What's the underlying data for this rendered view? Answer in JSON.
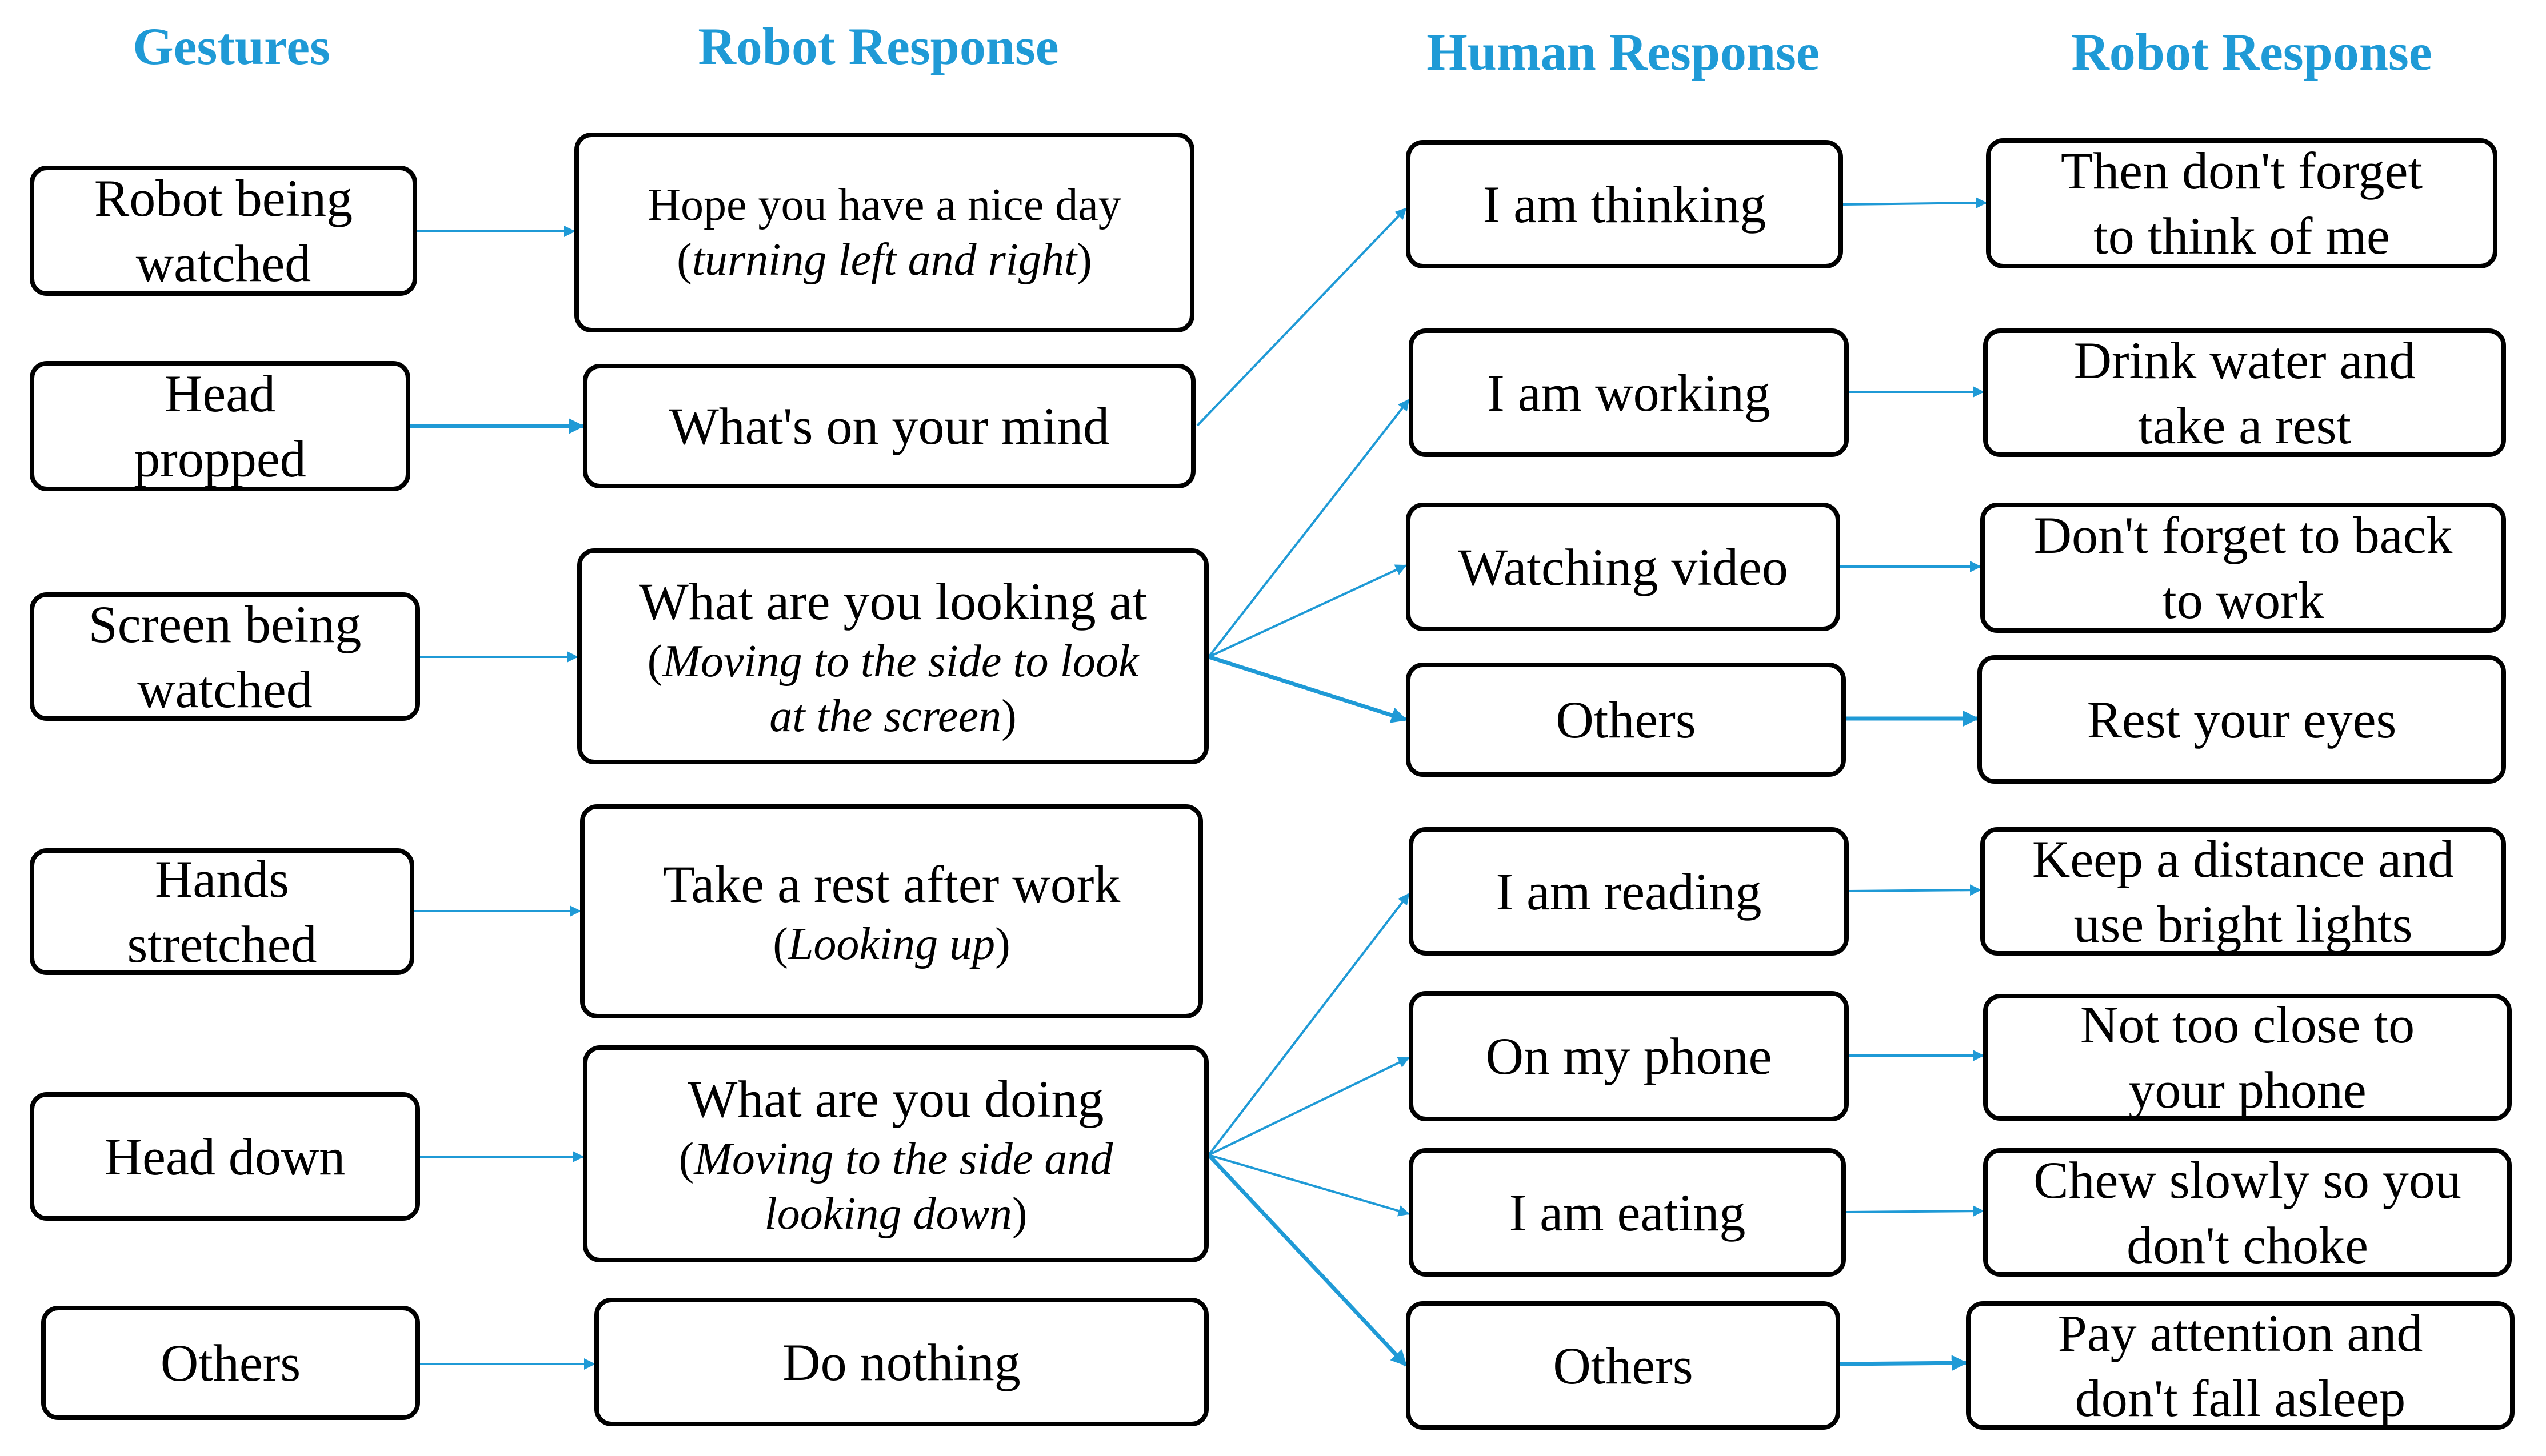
{
  "headers": {
    "gestures": "Gestures",
    "robot_response_1": "Robot Response",
    "human_response": "Human Response",
    "robot_response_2": "Robot Response"
  },
  "gestures": [
    {
      "line1": "Robot being",
      "line2": "watched"
    },
    {
      "line1": "Head",
      "line2": "propped"
    },
    {
      "line1": "Screen being",
      "line2": "watched"
    },
    {
      "line1": "Hands",
      "line2": "stretched"
    },
    {
      "line1": "Head down"
    },
    {
      "line1": "Others"
    }
  ],
  "robot_responses": [
    {
      "line1": "Hope you have a nice day",
      "sub": "turning left and right"
    },
    {
      "line1": "What's on your mind"
    },
    {
      "line1": "What are you looking at",
      "sub1": "Moving to the side to look",
      "sub2": "at the screen"
    },
    {
      "line1": "Take a rest after work",
      "sub": "Looking up"
    },
    {
      "line1": "What are you doing",
      "sub1": "Moving to the side and",
      "sub2": "looking down"
    },
    {
      "line1": "Do nothing"
    }
  ],
  "human_responses": [
    "I am thinking",
    "I am working",
    "Watching video",
    "Others",
    "I am reading",
    "On my phone",
    "I am eating",
    "Others"
  ],
  "robot_replies": [
    {
      "line1": "Then don't forget",
      "line2": "to think of me"
    },
    {
      "line1": "Drink water and",
      "line2": "take a rest"
    },
    {
      "line1": "Don't forget to back",
      "line2": "to work"
    },
    {
      "line1": "Rest your eyes"
    },
    {
      "line1": "Keep a distance and",
      "line2": "use bright lights"
    },
    {
      "line1": "Not too close to",
      "line2": "your phone"
    },
    {
      "line1": "Chew slowly so you",
      "line2": "don't choke"
    },
    {
      "line1": "Pay attention and",
      "line2": "don't fall asleep"
    }
  ],
  "colors": {
    "header": "#1f9ad6",
    "arrow": "#1f9ad6",
    "box_border": "#000000"
  }
}
